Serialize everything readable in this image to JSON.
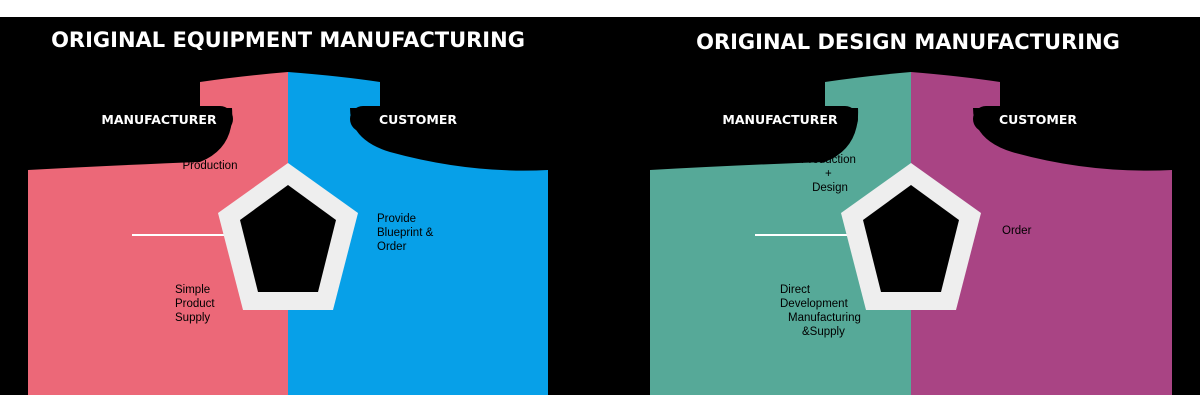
{
  "colors": {
    "background": "#000000",
    "oem_manufacturer": "#ec6878",
    "oem_customer": "#07a0e8",
    "odm_manufacturer": "#56a998",
    "odm_customer": "#a94484",
    "pentagon": "#eeeeee",
    "text": "#000000",
    "heading": "#ffffff"
  },
  "oem": {
    "title": "ORIGINAL EQUIPMENT MANUFACTURING",
    "manufacturer_label": "MANUFACTURER",
    "customer_label": "CUSTOMER",
    "manufacturer_role": [
      "Production"
    ],
    "manufacturer_supply": [
      "Simple",
      "Product",
      "Supply"
    ],
    "customer_role": [
      "Provide",
      "Blueprint &",
      "Order"
    ]
  },
  "odm": {
    "title": "ORIGINAL DESIGN MANUFACTURING",
    "manufacturer_label": "MANUFACTURER",
    "customer_label": "CUSTOMER",
    "manufacturer_role": [
      "Production",
      "+",
      "Design"
    ],
    "manufacturer_supply": [
      "Direct",
      "Development",
      "Manufacturing",
      "&Supply"
    ],
    "customer_role": [
      "Order"
    ]
  }
}
